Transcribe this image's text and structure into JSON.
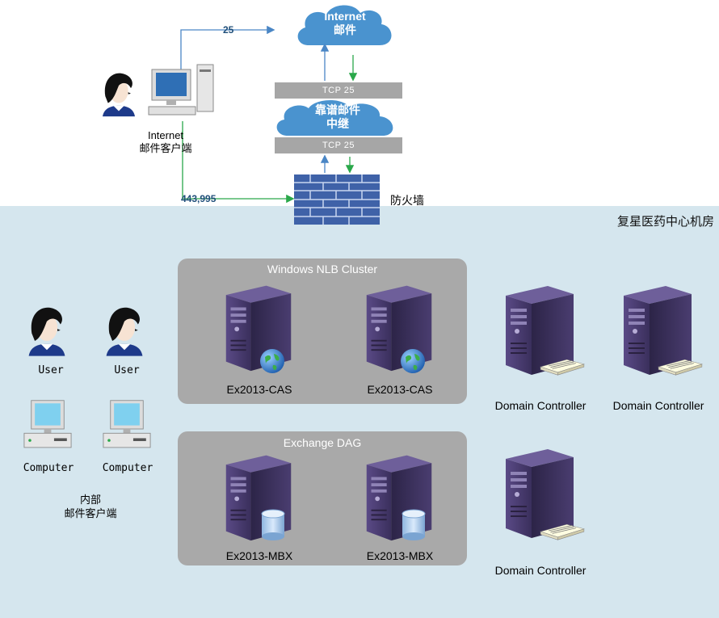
{
  "zone": {
    "title": "复星医药中心机房"
  },
  "internet_cloud": {
    "line1": "Internet",
    "line2": "邮件"
  },
  "relay_cloud": {
    "line1": "靠谱邮件",
    "line2": "中继"
  },
  "tcp_top": "TCP 25",
  "tcp_bottom": "TCP 25",
  "firewall_label": "防火墙",
  "ports": {
    "smtp": "25",
    "https": "443,995"
  },
  "internet_client": {
    "line1": "Internet",
    "line2": "邮件客户端"
  },
  "nlb_cluster": {
    "title": "Windows NLB Cluster",
    "servers": [
      "Ex2013-CAS",
      "Ex2013-CAS"
    ]
  },
  "dag_cluster": {
    "title": "Exchange DAG",
    "servers": [
      "Ex2013-MBX",
      "Ex2013-MBX"
    ]
  },
  "domain_controllers": [
    "Domain Controller",
    "Domain Controller",
    "Domain Controller"
  ],
  "users": [
    "User",
    "User"
  ],
  "computers": [
    "Computer",
    "Computer"
  ],
  "internal_client": {
    "line1": "内部",
    "line2": "邮件客户端"
  },
  "colors": {
    "blue_arrow": "#4a86c5",
    "green_arrow": "#2aa84a",
    "cloud": "#4a93cf",
    "server": "#3f3260",
    "zone_bg": "#d5e6ee"
  }
}
